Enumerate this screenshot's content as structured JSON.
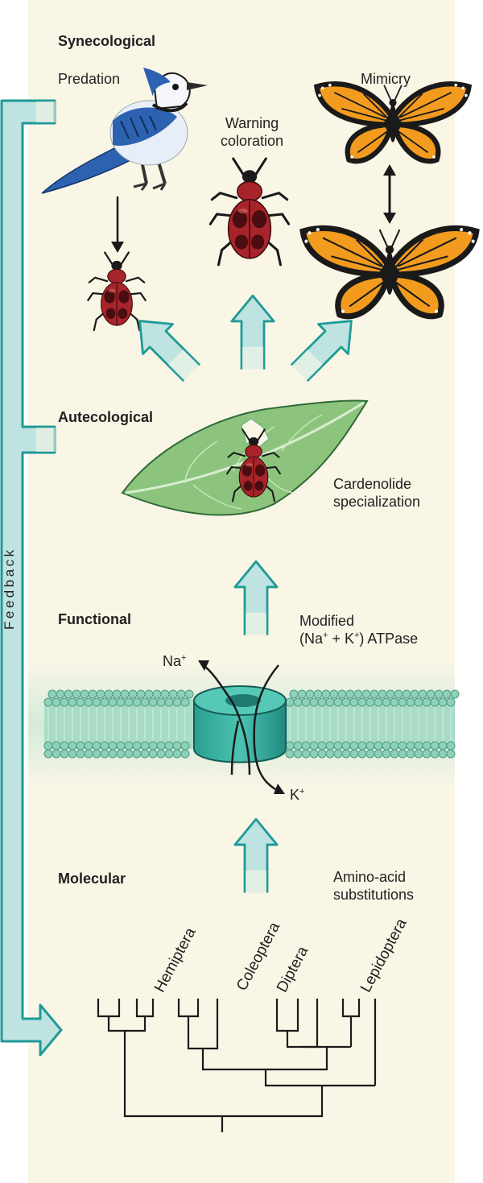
{
  "levels": {
    "synecological": "Synecological",
    "autecological": "Autecological",
    "functional": "Functional",
    "molecular": "Molecular"
  },
  "labels": {
    "predation": "Predation",
    "warning_line1": "Warning",
    "warning_line2": "coloration",
    "mimicry": "Mimicry",
    "cardenolide_line1": "Cardenolide",
    "cardenolide_line2": "specialization",
    "modified_line1": "Modified",
    "atpase_open": "(Na",
    "atpase_plus1": "+",
    "atpase_mid": " + K",
    "atpase_plus2": "+",
    "atpase_close": ") ATPase",
    "na_ion": "Na",
    "na_charge": "+",
    "k_ion": "K",
    "k_charge": "+",
    "amino_line1": "Amino-acid",
    "amino_line2": "substitutions",
    "feedback": "Feedback"
  },
  "phylogeny_taxa": [
    "Hemiptera",
    "Coleoptera",
    "Diptera",
    "Lepidoptera"
  ],
  "colors": {
    "panel": "#faf6e6",
    "arrow_fill": "#bfe3e0",
    "arrow_stroke": "#1f9a97",
    "membrane": "#8fd0b8",
    "beetle_red": "#a8242b",
    "jay_blue": "#2d62b0",
    "monarch_orange": "#f29b1e",
    "leaf_green": "#8cc47e"
  },
  "icons": [
    "blue-jay-icon",
    "milkweed-beetle-icon",
    "monarch-butterfly-icon",
    "viceroy-butterfly-icon",
    "milkweed-leaf-icon",
    "ion-channel-icon"
  ]
}
